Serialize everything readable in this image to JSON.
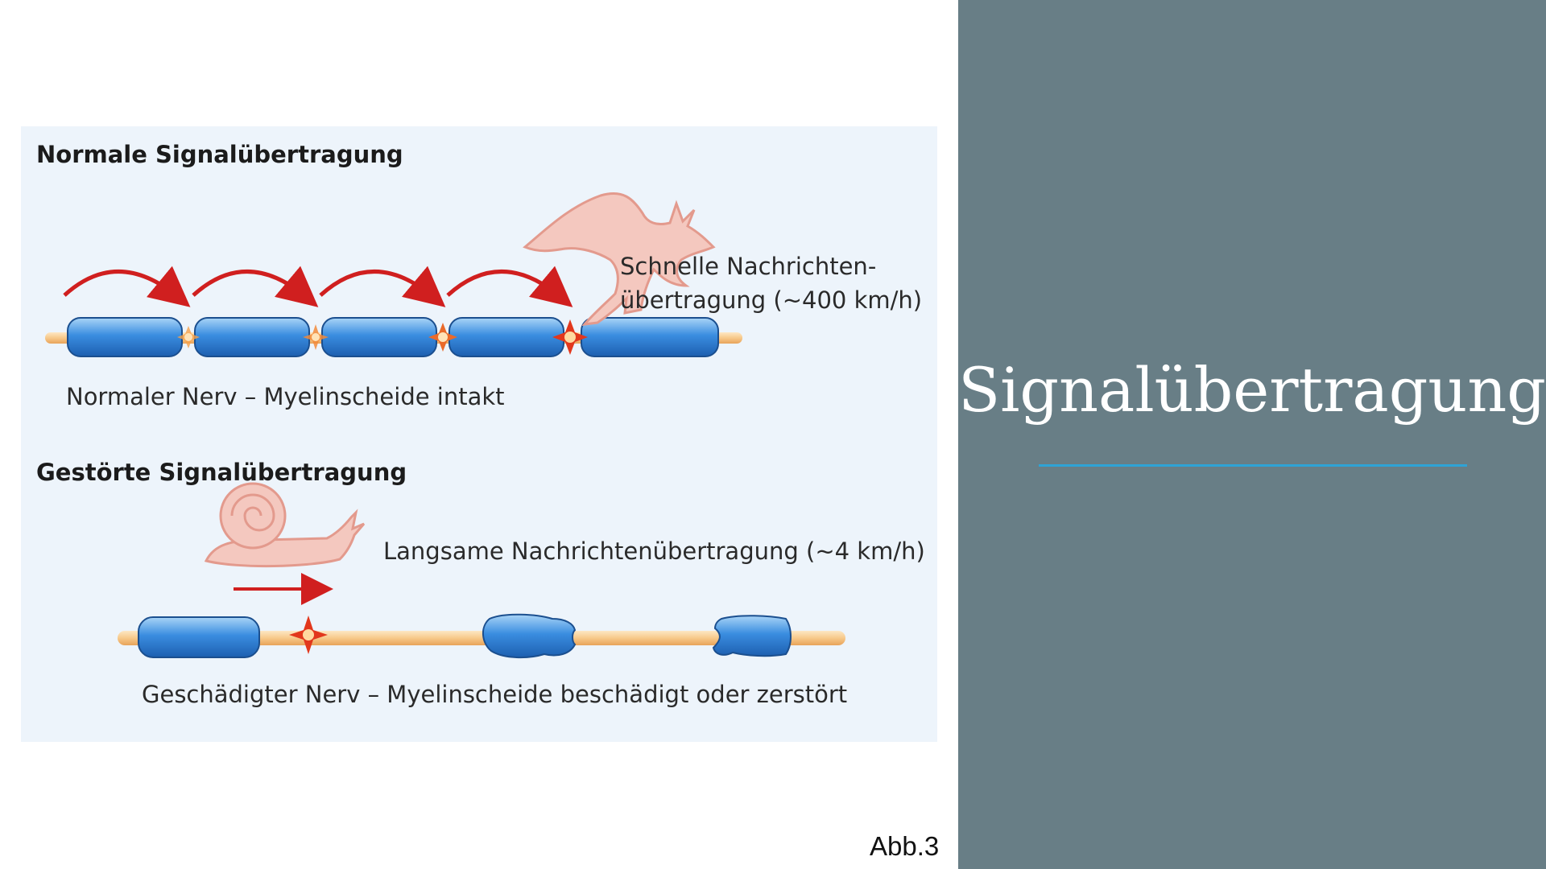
{
  "figure": {
    "normal_heading": "Normale Signalübertragung",
    "fast_label_line1": "Schnelle Nachrichten-",
    "fast_label_line2": "übertragung (~400 km/h)",
    "normal_caption": "Normaler Nerv – Myelinscheide intakt",
    "disturbed_heading": "Gestörte Signalübertragung",
    "slow_label": "Langsame Nachrichtenübertragung (~4 km/h)",
    "damaged_caption": "Geschädigter Nerv – Myelinscheide beschädigt oder zerstört",
    "icons": {
      "kangaroo": "kangaroo-icon",
      "snail": "snail-icon"
    },
    "colors": {
      "myelin": "#3a8de0",
      "axon": "#f7c98a",
      "signal_arrow": "#d01f1f",
      "animal": "#e8a49a"
    }
  },
  "figure_caption": "Abb.3",
  "slide_title": "Signalübertragung",
  "colors": {
    "title_panel": "#687e86",
    "title_underline": "#2ea3d6"
  }
}
